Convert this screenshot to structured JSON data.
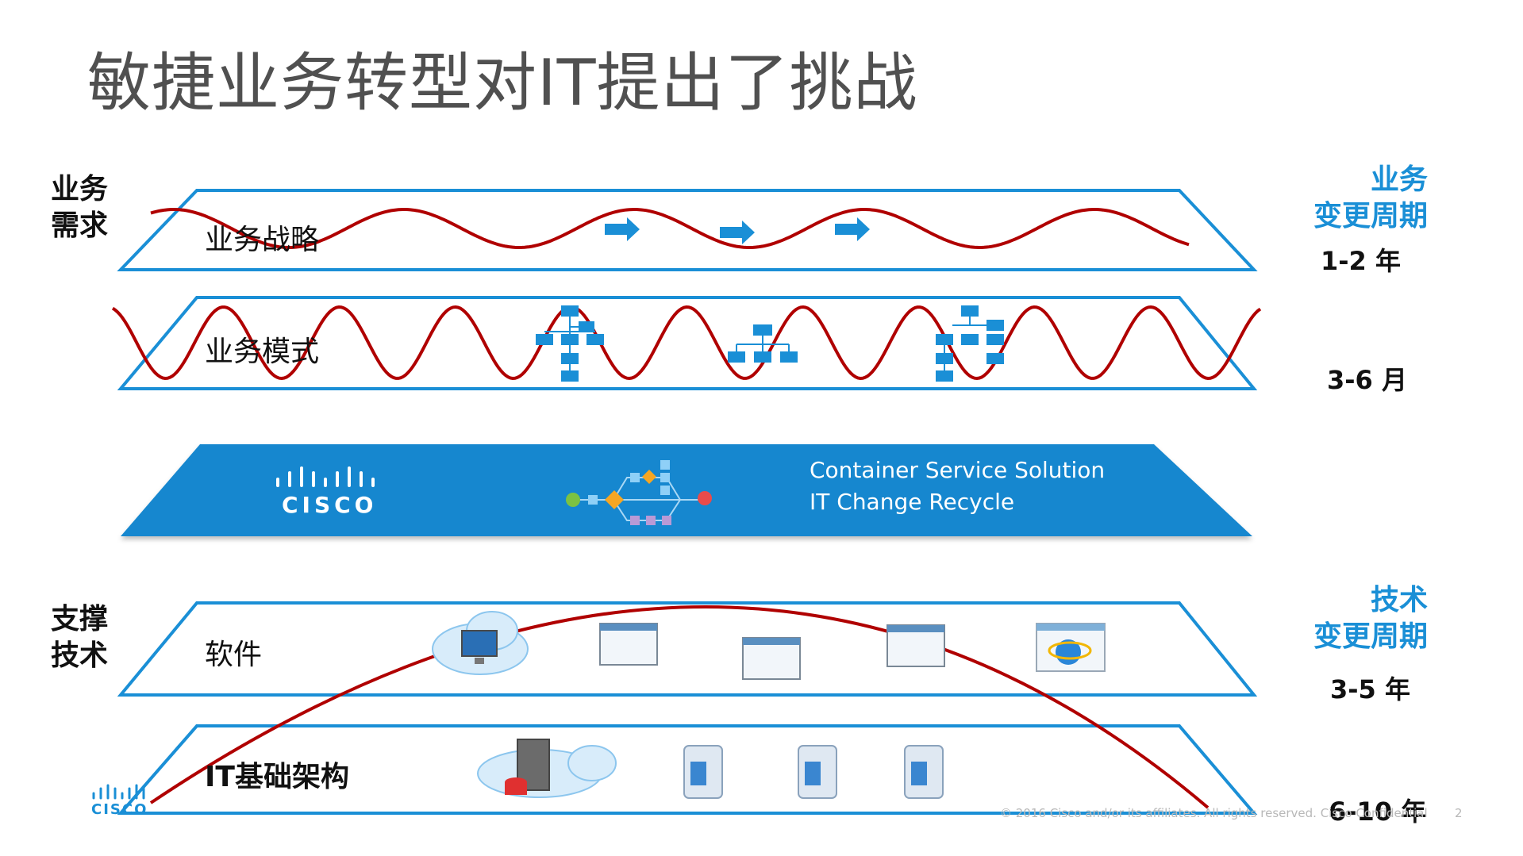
{
  "title": "敏捷业务转型对IT提出了挑战",
  "left_labels": {
    "business_demand": [
      "业务",
      "需求"
    ],
    "support_tech": [
      "支撑",
      "技术"
    ]
  },
  "right_labels": {
    "business_cycle": [
      "业务",
      "变更周期"
    ],
    "tech_cycle": [
      "技术",
      "变更周期"
    ]
  },
  "layers": [
    {
      "label": "业务战略",
      "period": "1-2 年"
    },
    {
      "label": "业务模式",
      "period": "3-6 月"
    },
    {
      "label": "软件",
      "period": "3-5 年"
    },
    {
      "label": "IT基础架构",
      "period": "6-10 年"
    }
  ],
  "band": {
    "logo_text": "CISCO",
    "line1": "Container Service Solution",
    "line2": "IT Change Recycle"
  },
  "footer": {
    "copyright": "© 2016  Cisco and/or its affiliates. All rights reserved.   Cisco Confidential",
    "page": "2",
    "logo_text": "CISCO"
  },
  "colors": {
    "accent_blue": "#1a8fd6",
    "wave_red": "#b00000",
    "title_gray": "#505050"
  }
}
